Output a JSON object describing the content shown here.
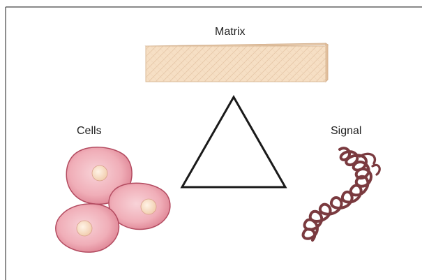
{
  "labels": {
    "matrix": "Matrix",
    "cells": "Cells",
    "signal": "Signal"
  },
  "colors": {
    "matrix_fill": "#f6dfc4",
    "matrix_edge": "#d9b896",
    "cell_fill": "#f1b4bd",
    "cell_edge": "#b34b60",
    "nucleus_fill": "#f6dcc2",
    "signal_stroke": "#7a3a3f",
    "triangle_stroke": "#1a1a1a",
    "frame_stroke": "#444444"
  },
  "icons": {
    "matrix": "matrix-block-icon",
    "cells": "cell-cluster-icon",
    "signal": "protein-coil-icon",
    "triangle": "triangle-icon"
  }
}
